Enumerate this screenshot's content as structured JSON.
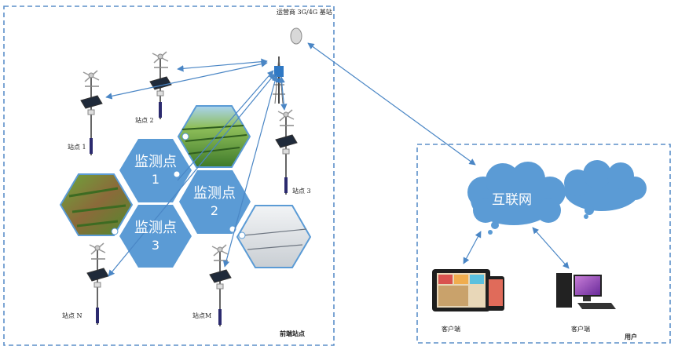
{
  "diagram": {
    "regions": {
      "front_label": "前端站点",
      "user_label": "用户",
      "base_station_label": "运营商 3G/4G 基站"
    },
    "stations": [
      {
        "label": "站点 1"
      },
      {
        "label": "站点 2"
      },
      {
        "label": "站点 3"
      },
      {
        "label": "站点 N"
      },
      {
        "label": "站点M"
      }
    ],
    "monitor_points": [
      {
        "line1": "监测点",
        "line2": "1"
      },
      {
        "line1": "监测点",
        "line2": "2"
      },
      {
        "line1": "监测点",
        "line2": "3"
      }
    ],
    "internet_label": "互联网",
    "clients": [
      {
        "label": "客户端"
      },
      {
        "label": "客户端"
      }
    ],
    "colors": {
      "dash": "#5b8fc9",
      "hex": "#5b9bd5",
      "arrow": "#4a86c5",
      "cloud": "#5b9bd5"
    }
  }
}
